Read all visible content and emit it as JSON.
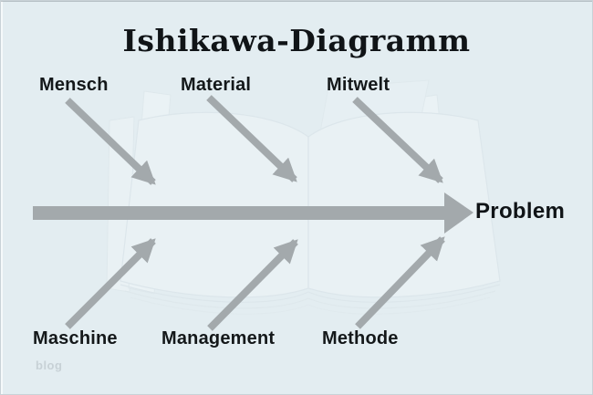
{
  "diagram": {
    "title": "Ishikawa-Diagramm",
    "effect": {
      "label": "Problem"
    },
    "top_causes": [
      {
        "label": "Mensch"
      },
      {
        "label": "Material"
      },
      {
        "label": "Mitwelt"
      }
    ],
    "bottom_causes": [
      {
        "label": "Maschine"
      },
      {
        "label": "Management"
      },
      {
        "label": "Methode"
      }
    ],
    "watermark_text": "blog",
    "colors": {
      "background": "#e3edf1",
      "arrow_gray": "#a3a9ac",
      "text": "#14181a",
      "watermark_text": "#c7d1d6",
      "book_fill": "#eff5f8",
      "book_stroke": "#d7e1e6"
    }
  }
}
